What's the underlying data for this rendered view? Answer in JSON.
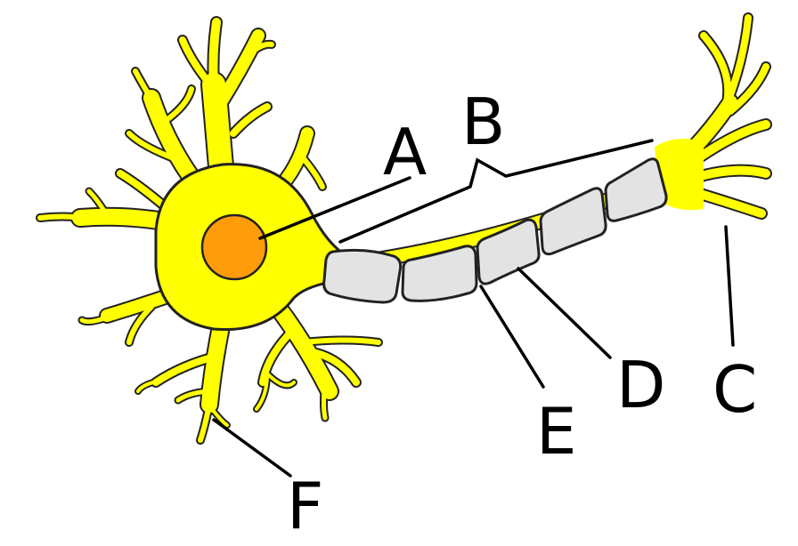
{
  "colors": {
    "background": "#ffffff",
    "neuron_fill": "#ffff00",
    "outline": "#222222",
    "nucleus": "#ff9c0a",
    "myelin": "#e3e3e3",
    "leader_line": "#000000"
  },
  "labels": {
    "a": "A",
    "b": "B",
    "c": "C",
    "d": "D",
    "e": "E",
    "f": "F"
  }
}
